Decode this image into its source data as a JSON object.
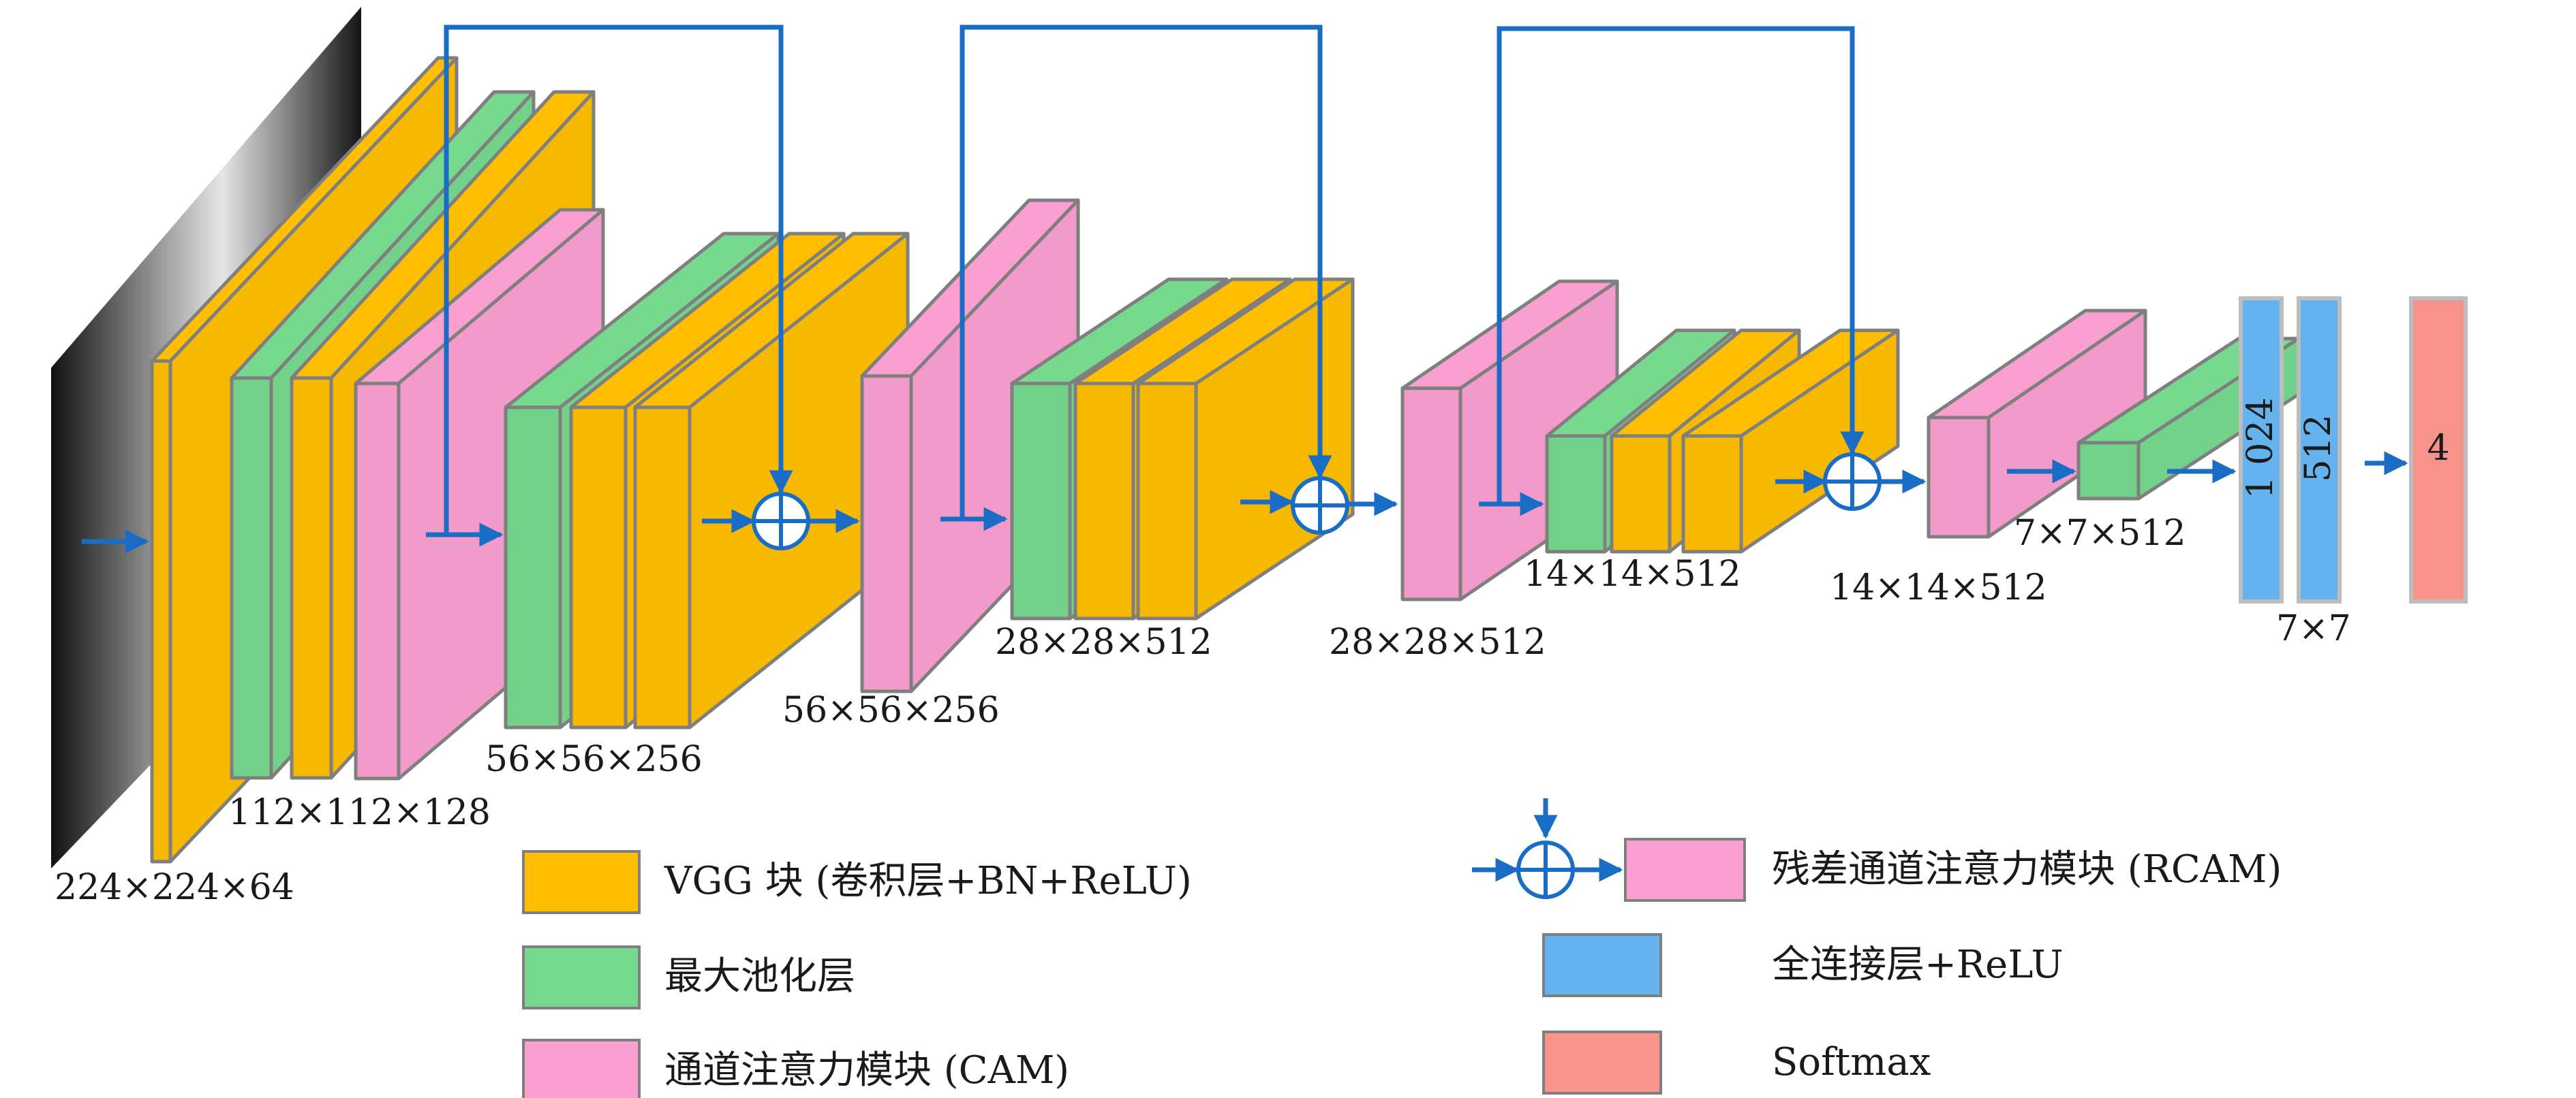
{
  "colors": {
    "vgg": "#FFBE00",
    "pool": "#77D98E",
    "cam": "#F9A0D1",
    "fc": "#64B2EE",
    "softmax": "#F7938A",
    "arrow": "#1A6DC4",
    "stroke": "#7F7F7F"
  },
  "dims": {
    "d224": "224×224×64",
    "d112": "112×112×128",
    "d56a": "56×56×256",
    "d56b": "56×56×256",
    "d28a": "28×28×512",
    "d28b": "28×28×512",
    "d14a": "14×14×512",
    "d14b": "14×14×512",
    "d7": "7×7×512",
    "d7x7": "7×7"
  },
  "fc": {
    "fc1_value": "1 024",
    "fc2_value": "512",
    "out_value": "4"
  },
  "legend": {
    "vgg": "VGG 块 (卷积层+BN+ReLU)",
    "pool": "最大池化层",
    "cam": "通道注意力模块 (CAM)",
    "rcam": "残差通道注意力模块 (RCAM)",
    "fc": "全连接层+ReLU",
    "softmax": "Softmax"
  }
}
